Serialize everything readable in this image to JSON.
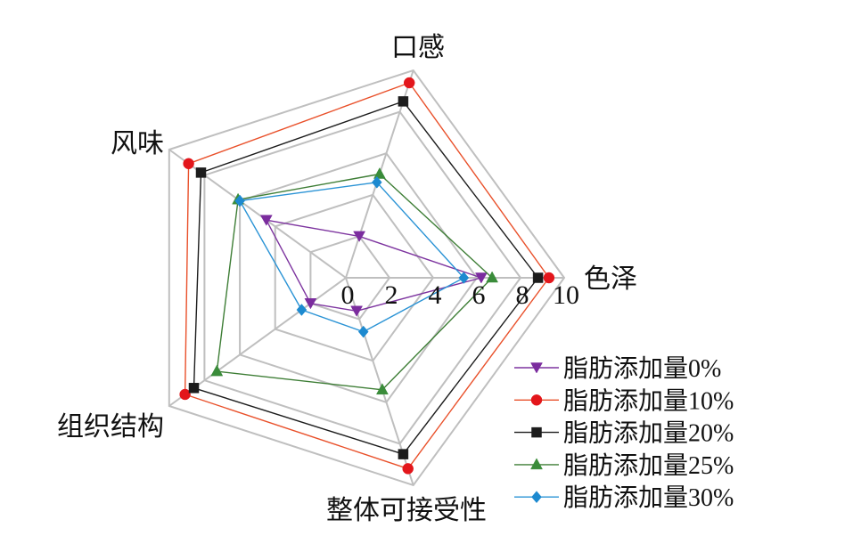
{
  "chart_data": {
    "type": "radar",
    "categories": [
      "色泽",
      "口感",
      "风味",
      "组织结构",
      "整体可接受性"
    ],
    "rlim": [
      0,
      10
    ],
    "ticks": [
      0,
      2,
      4,
      6,
      8,
      10
    ],
    "grid": true,
    "grid_color": "#BFBFBF",
    "legend": "bottom-right",
    "series": [
      {
        "name": "脂肪添加量0%",
        "color": "#7D349F",
        "marker_color": "#7B2C9E",
        "marker": "triangle-down",
        "values": [
          6.2,
          2.0,
          4.5,
          2.0,
          1.6
        ]
      },
      {
        "name": "脂肪添加量10%",
        "color": "#E9502A",
        "marker_color": "#E3161B",
        "marker": "circle",
        "values": [
          9.3,
          9.4,
          8.9,
          9.1,
          9.2
        ]
      },
      {
        "name": "脂肪添加量20%",
        "color": "#1C1C1C",
        "marker_color": "#1C1C1C",
        "marker": "square",
        "values": [
          8.8,
          8.5,
          8.2,
          8.6,
          8.5
        ]
      },
      {
        "name": "脂肪添加量25%",
        "color": "#3E7E36",
        "marker_color": "#3A8C3A",
        "marker": "triangle-up",
        "values": [
          6.7,
          5.0,
          6.1,
          7.3,
          5.4
        ]
      },
      {
        "name": "脂肪添加量30%",
        "color": "#2A93D5",
        "marker_color": "#1D8AD0",
        "marker": "diamond",
        "values": [
          5.4,
          4.6,
          6.0,
          2.5,
          2.6
        ]
      }
    ]
  }
}
